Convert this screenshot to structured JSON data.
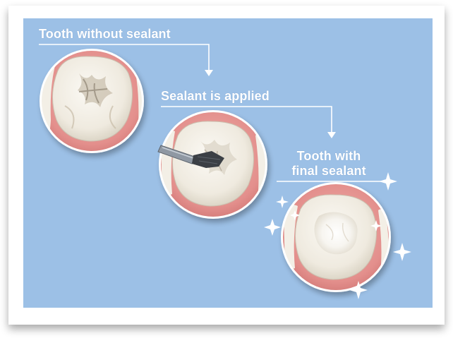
{
  "labels": {
    "step1": "Tooth without sealant",
    "step2": "Sealant is applied",
    "step3_line1": "Tooth with",
    "step3_line2": "final sealant"
  },
  "colors": {
    "panel_background": "#9cc0e6",
    "arrow_line": "#ffffff",
    "gum": "#e79a97",
    "gum_dark": "#c96e6c",
    "tooth_enamel": "#f4f1ea",
    "tooth_shadow": "#c9c2b2",
    "brush_handle": "#8f98a3",
    "brush_bristles": "#3b3f45",
    "sparkle": "#ffffff"
  },
  "icons": [
    "arrow-down-icon",
    "sparkle-icon",
    "brush-icon"
  ]
}
